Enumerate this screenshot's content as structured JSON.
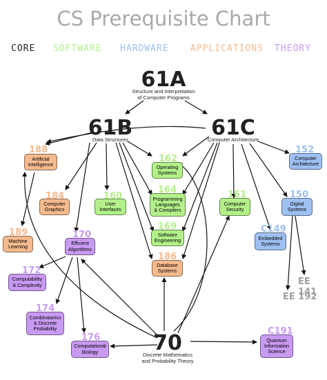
{
  "title": "CS Prerequisite Chart",
  "legend": {
    "core": "CORE",
    "software": "SOFTWARE",
    "hardware": "HARDWARE",
    "applications": "APPLICATIONS",
    "theory": "THEORY"
  },
  "colors": {
    "core": "#222222",
    "software": "#b3f08a",
    "hardware": "#9ec0f2",
    "applications": "#f5ba8e",
    "theory": "#c99af2"
  },
  "roots": {
    "c61a": {
      "num": "61A",
      "desc1": "Structure and Interpretation",
      "desc2": "of Computer Programs"
    },
    "c61b": {
      "num": "61B",
      "desc": "Data Structures"
    },
    "c61c": {
      "num": "61C",
      "desc": "Computer Architecture"
    },
    "c70": {
      "num": "70",
      "desc1": "Discrete Mathematics",
      "desc2": "and Probability Theory"
    }
  },
  "courses": {
    "c188": {
      "num": "188",
      "line1": "Artificial",
      "line2": "Intelligence"
    },
    "c184": {
      "num": "184",
      "line1": "Computer",
      "line2": "Graphics"
    },
    "c160": {
      "num": "160",
      "line1": "User",
      "line2": "Interfaces"
    },
    "c162": {
      "num": "162",
      "line1": "Operating",
      "line2": "Systems"
    },
    "c164": {
      "num": "164",
      "line1": "Programming",
      "line2": "Languages",
      "line3": "& Compilers"
    },
    "c169": {
      "num": "169",
      "line1": "Software",
      "line2": "Engineering"
    },
    "c186": {
      "num": "186",
      "line1": "Database",
      "line2": "Systems"
    },
    "c161": {
      "num": "161",
      "line1": "Computer",
      "line2": "Security"
    },
    "c152": {
      "num": "152",
      "line1": "Computer",
      "line2": "Architecture"
    },
    "c150": {
      "num": "150",
      "line1": "Digital",
      "line2": "Systems"
    },
    "c149": {
      "num": "C149",
      "line1": "Embedded",
      "line2": "Systems"
    },
    "c189": {
      "num": "189",
      "line1": "Machine",
      "line2": "Learning"
    },
    "c170": {
      "num": "170",
      "line1": "Efficient",
      "line2": "Algorithms"
    },
    "c172": {
      "num": "172",
      "line1": "Computability",
      "line2": "& Complexity"
    },
    "c174": {
      "num": "174",
      "line1": "Combinatorics",
      "line2": "& Discrete",
      "line3": "Probability"
    },
    "c176": {
      "num": "176",
      "line1": "Computational",
      "line2": "Biology"
    },
    "c191": {
      "num": "C191",
      "line1": "Quantum",
      "line2": "Information",
      "line3": "Science"
    }
  },
  "ee": {
    "ee141": "EE 141",
    "ee192": "EE 192"
  }
}
